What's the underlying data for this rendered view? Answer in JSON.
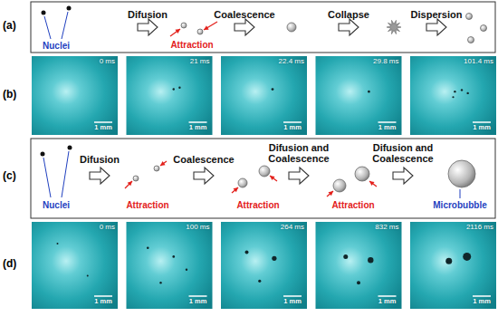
{
  "diagram": {
    "labels": [
      "(a)",
      "Difusion",
      "Coalescence",
      "Collapse",
      "Dispersion",
      "Nuclei",
      "Attraction",
      "(b)",
      "0 ms",
      "1 mm",
      "21 ms",
      "1 mm",
      "22.4 ms",
      "1 mm",
      "29.8 ms",
      "1 mm",
      "101.4 ms",
      "1 mm",
      "(c)",
      "Difusion",
      "Coalescence",
      "Difusion and Coalescence",
      "Difusion and Coalescence",
      "Nuclei",
      "Attraction",
      "Attraction",
      "Attraction",
      "Microbubble",
      "(d)",
      "0 ms",
      "1 mm",
      "100 ms",
      "1 mm",
      "264 ms",
      "1 mm",
      "832 ms",
      "1 mm",
      "2116 ms",
      "1 mm"
    ]
  }
}
